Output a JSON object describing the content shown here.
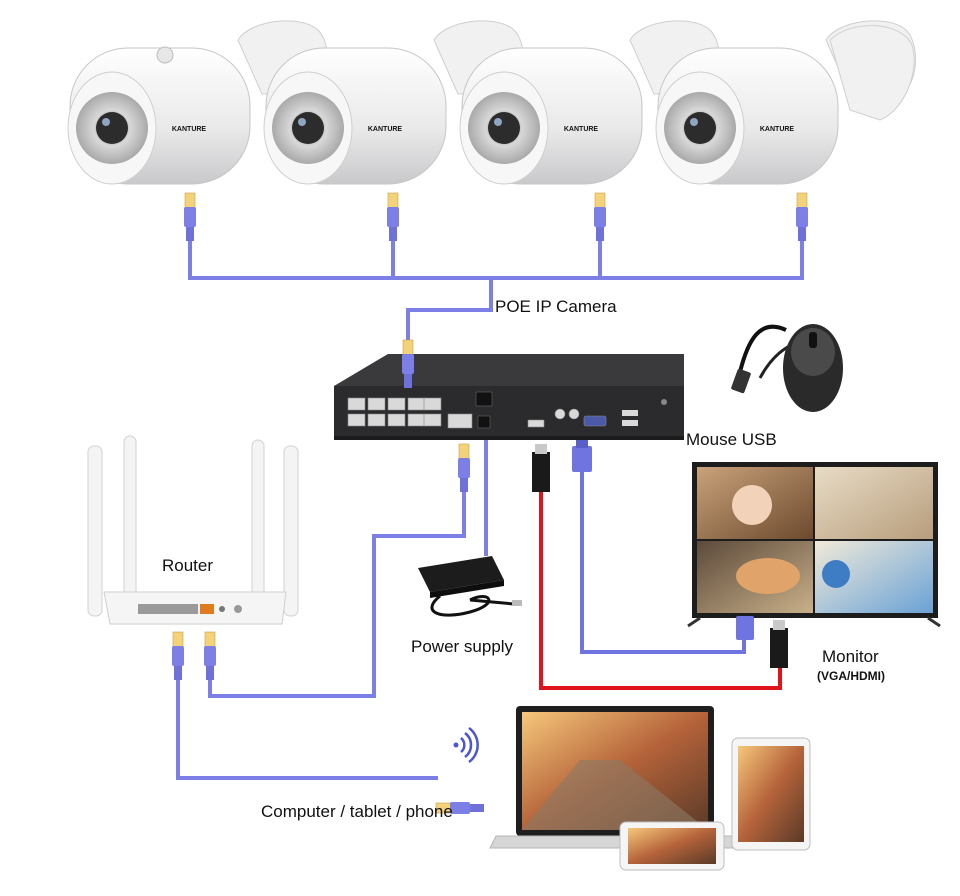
{
  "labels": {
    "poe_camera": "POE IP Camera",
    "mouse_usb": "Mouse USB",
    "router": "Router",
    "power_supply": "Power supply",
    "monitor": "Monitor",
    "monitor_sub": "(VGA/HDMI)",
    "client_devices": "Computer / tablet / phone"
  },
  "camera_brand": "KANTURE",
  "colors": {
    "ethernet": "#7b7fe6",
    "hdmi": "#e0141b",
    "vga": "#6f74e0",
    "nvr_body": "#2b2b2d",
    "device_white": "#f2f2f2"
  }
}
